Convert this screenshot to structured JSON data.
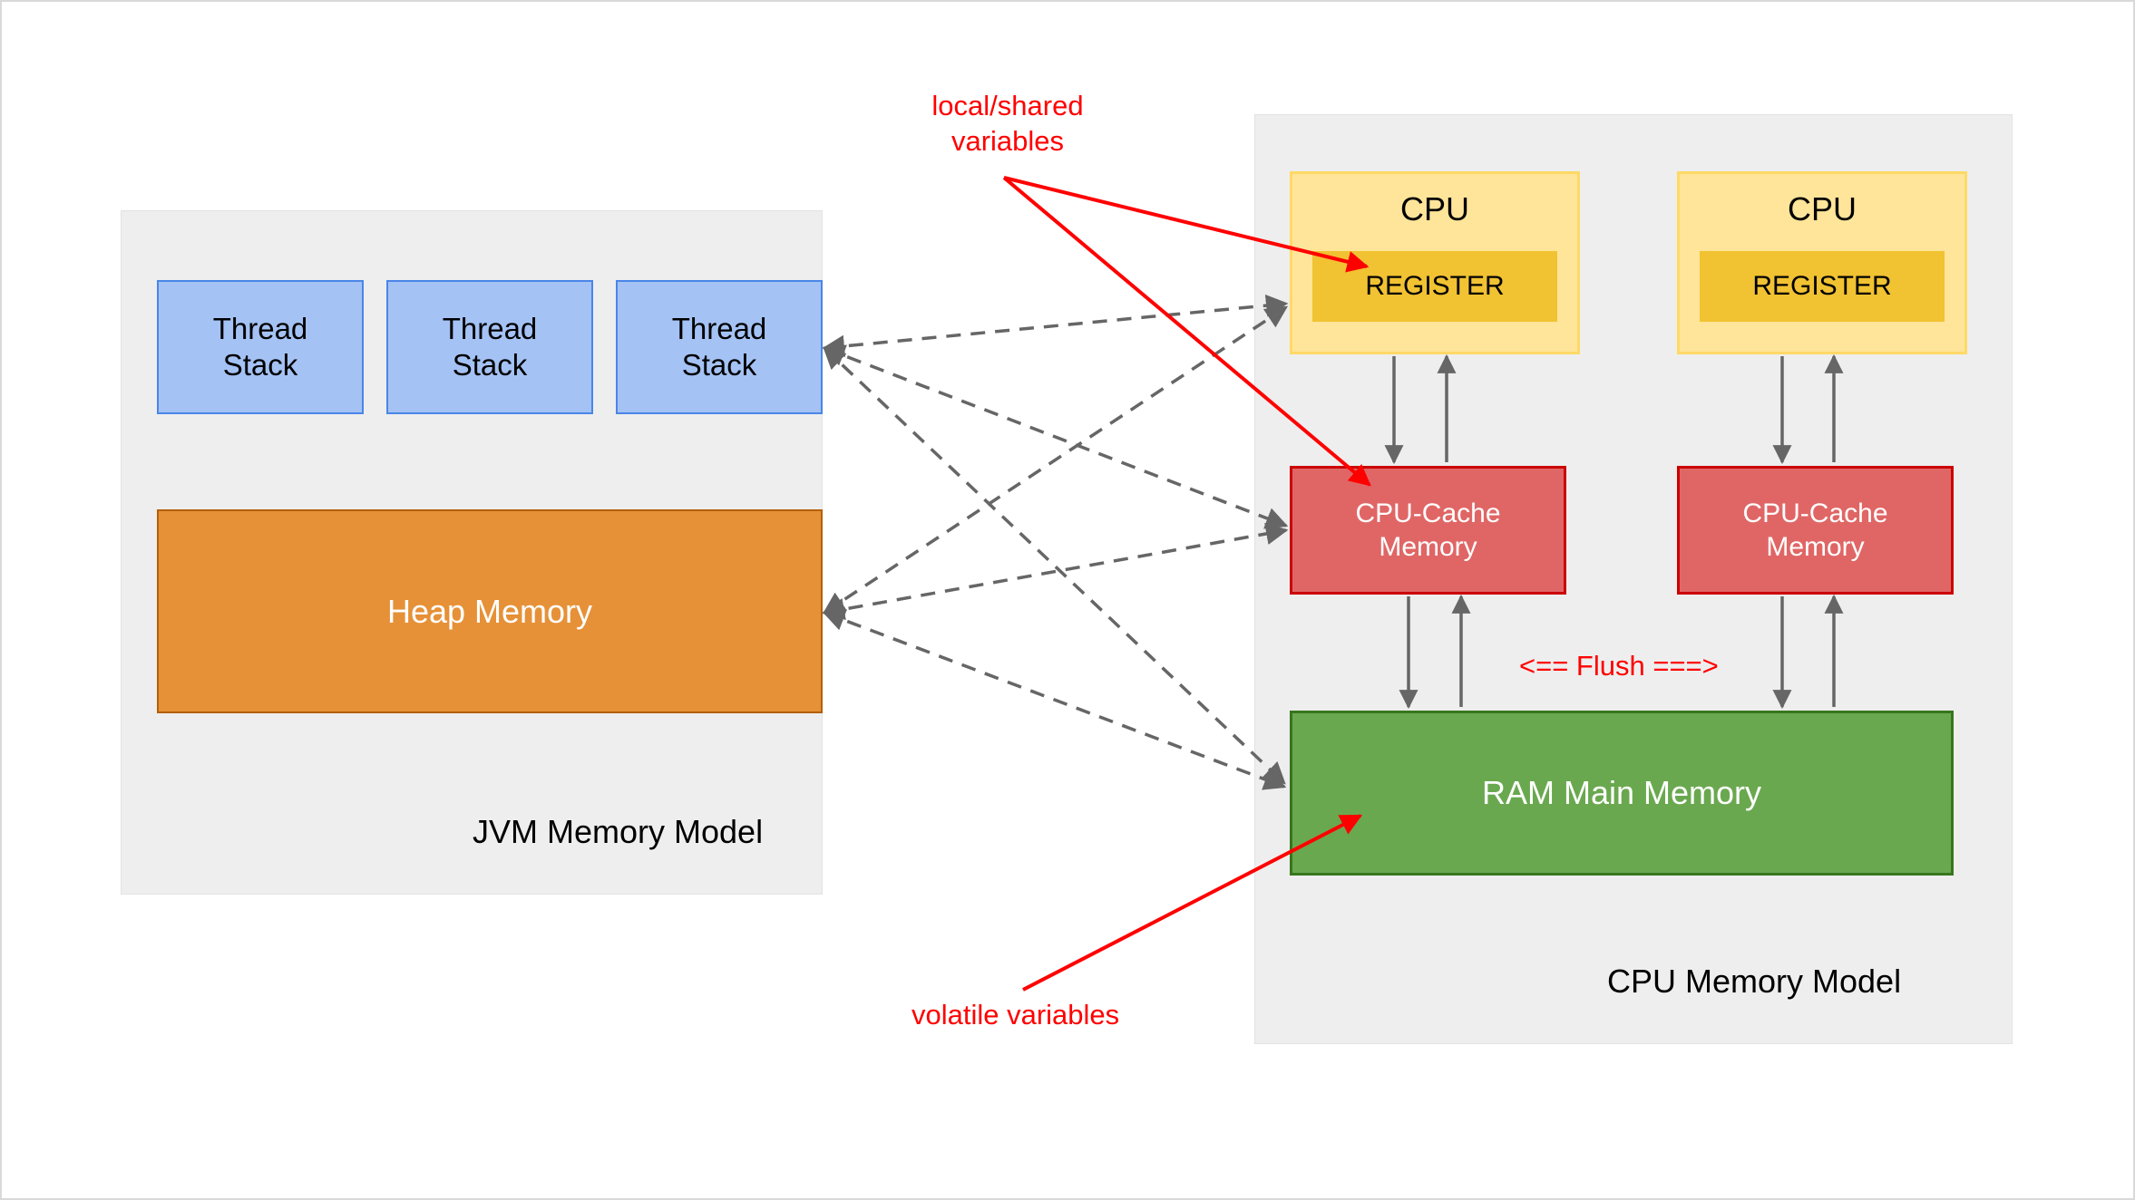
{
  "diagram": {
    "title_jvm": "JVM Memory Model",
    "title_cpu": "CPU Memory Model",
    "thread_stacks": [
      {
        "label": "Thread\nStack"
      },
      {
        "label": "Thread\nStack"
      },
      {
        "label": "Thread\nStack"
      }
    ],
    "thread_stack_label": "Thread Stack",
    "heap_label": "Heap Memory",
    "cpus": [
      {
        "label": "CPU",
        "register_label": "REGISTER",
        "cache_label": "CPU-Cache Memory"
      },
      {
        "label": "CPU",
        "register_label": "REGISTER",
        "cache_label": "CPU-Cache Memory"
      }
    ],
    "ram_label": "RAM Main Memory",
    "flush_label": "<== Flush ===>",
    "annotations": {
      "local_shared": "local/shared variables",
      "local_shared_line1": "local/shared",
      "local_shared_line2": "variables",
      "volatile": "volatile variables"
    },
    "colors": {
      "thread_stack_fill": "#a4c2f4",
      "thread_stack_stroke": "#4a86e8",
      "heap_fill": "#e69138",
      "heap_stroke": "#b45f06",
      "cpu_fill": "#ffe599",
      "cpu_stroke": "#ffd966",
      "register_fill": "#f1c232",
      "cache_fill": "#e06666",
      "cache_stroke": "#cc0000",
      "ram_fill": "#6aa84f",
      "ram_stroke": "#38761d",
      "panel_fill": "#eeeeee",
      "annotation_red": "#ff0000",
      "connector_gray": "#666666"
    }
  }
}
